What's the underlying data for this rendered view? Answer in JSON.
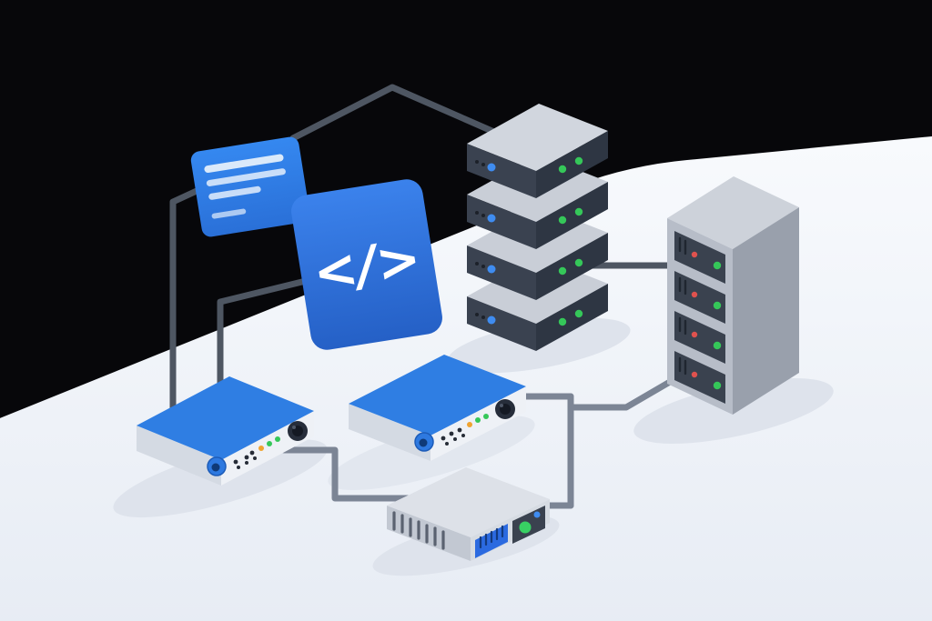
{
  "scene": {
    "type": "isometric-illustration",
    "subject": "code panel connected to routers, a storage unit, a server stack and a server tower by cables"
  },
  "colors": {
    "background": "#07070a",
    "surface": "#f0f4f9",
    "accent_blue": "#2f7ee3",
    "panel_blue": "#2e6fd6",
    "device_dark": "#3a4250",
    "metal_gray": "#c9ced7",
    "led_green": "#35c759",
    "led_blue": "#3f8cf0",
    "led_red": "#e0524e",
    "led_orange": "#f0a32f",
    "cable_dark": "#4e5662",
    "cable_light": "#7c8595"
  },
  "code_panel": {
    "glyph": "</>"
  },
  "note_card": {
    "line_count": 4
  },
  "server_stack": {
    "unit_count": 4,
    "blue_leds_per_unit": 1,
    "green_leds_per_unit": 2
  },
  "server_tower": {
    "panel_count": 4,
    "green_leds_per_panel": 1,
    "red_leds_per_panel": 1
  },
  "routers": {
    "count": 2,
    "color": "blue"
  },
  "storage_unit": {
    "vent_slats": 7,
    "display": "blue segmented LED",
    "green_leds": 1
  }
}
